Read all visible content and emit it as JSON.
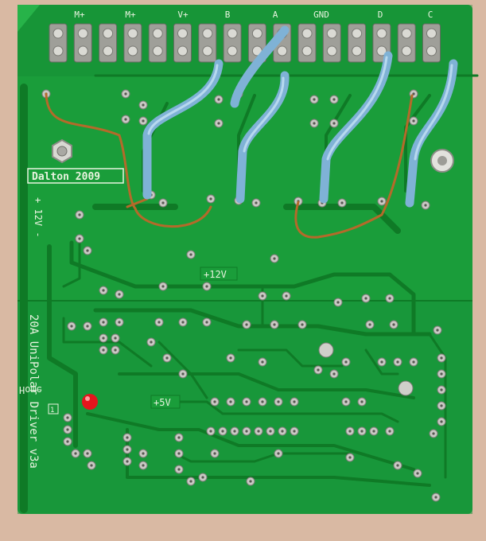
{
  "photo": {
    "subject": "green circuit board",
    "colors": {
      "background": "#d9b9a3",
      "board": "#1a9d3a",
      "board_dark": "#0f7a26",
      "silkscreen": "#e8f3df",
      "wire": "#7fb2d6",
      "copper": "#b46a2a",
      "led": "#e4151d",
      "solder": "#c9c9c4"
    }
  },
  "terminals": {
    "labels": [
      "M+",
      "M+",
      "V+",
      "B",
      "A",
      "GND",
      "D",
      "C"
    ]
  },
  "silkscreen": {
    "board_credit": "Dalton 2009",
    "power_marking": "+ 12V -",
    "rail_12v": "+12V",
    "rail_5v": "+5V",
    "home_label": "Home",
    "home_pin": "1",
    "driver_title": "20A UniPolar Driver v3a"
  }
}
